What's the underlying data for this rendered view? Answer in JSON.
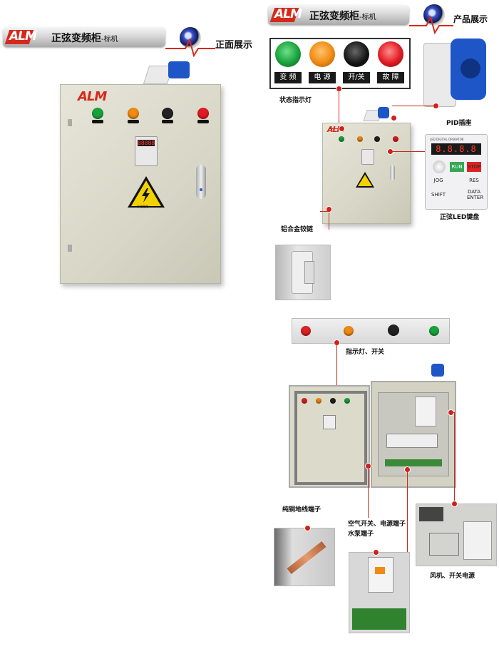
{
  "brand": {
    "logo_text": "ALM"
  },
  "left_section": {
    "title": "正弦变频柜",
    "subtitle": "-标机",
    "label": "正面展示",
    "warning_text": "有电危险"
  },
  "right_section": {
    "title": "正弦变频柜",
    "subtitle": "-标机",
    "label": "产品展示"
  },
  "indicator_labels": [
    "变 频",
    "电 源",
    "开/关",
    "故 障"
  ],
  "keypad": {
    "run": "RUN",
    "stop": "STOP",
    "jog": "JOG",
    "res": "RES",
    "data": "DATA",
    "enter": "ENTER",
    "shift": "SHIFT",
    "header": "LED DIGITAL OPERATOR"
  },
  "captions": {
    "status_lamp": "状态指示灯",
    "pid_socket": "PID插座",
    "led_keypad": "正弦LED键盘",
    "hinge": "铝合金铰链",
    "lamps_switch": "指示灯、开关",
    "copper_ground": "纯铜地线端子",
    "breaker": "空气开关、电源端子",
    "pump_terminal": "水泵端子",
    "fan_power": "风机、开关电源"
  },
  "colors": {
    "accent_red": "#d42a1c",
    "lamp_green": "#19a23c",
    "lamp_orange": "#f08a12",
    "lamp_red": "#e01a22",
    "socket_blue": "#1e56c8"
  }
}
